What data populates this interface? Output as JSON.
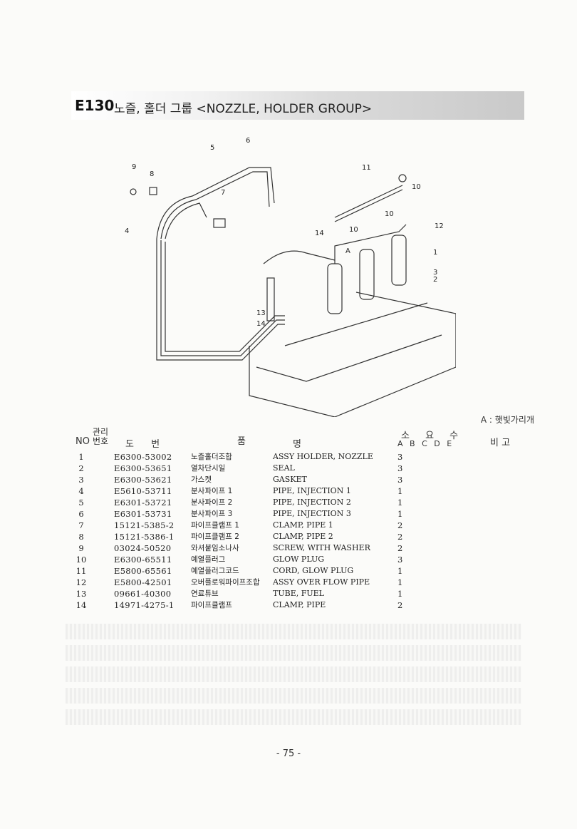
{
  "header": {
    "code": "E130",
    "title": "노즐, 홀더 그룹 <NOZZLE, HOLDER GROUP>"
  },
  "diagram": {
    "callouts": [
      "1",
      "2",
      "3",
      "4",
      "5",
      "6",
      "7",
      "8",
      "9",
      "10",
      "11",
      "12",
      "13",
      "14",
      "A"
    ]
  },
  "legend_note": "A : 햇빛가리개",
  "table": {
    "headers": {
      "no": "NO",
      "mgmt": "관리 번호",
      "drawing": "도 번",
      "name1": "품",
      "name2": "명",
      "qty": "소 요 수",
      "qty_cols": "A B C D E",
      "remarks": "비 고"
    },
    "rows": [
      {
        "no": "1",
        "part": "E6300-53002",
        "kr": "노즐홀더조합",
        "en": "ASSY HOLDER, NOZZLE",
        "qty": "3"
      },
      {
        "no": "2",
        "part": "E6300-53651",
        "kr": "열차단시일",
        "en": "SEAL",
        "qty": "3"
      },
      {
        "no": "3",
        "part": "E6300-53621",
        "kr": "가스켓",
        "en": "GASKET",
        "qty": "3"
      },
      {
        "no": "4",
        "part": "E5610-53711",
        "kr": "분사파이프 1",
        "en": "PIPE, INJECTION 1",
        "qty": "1"
      },
      {
        "no": "5",
        "part": "E6301-53721",
        "kr": "분사파이프 2",
        "en": "PIPE, INJECTION 2",
        "qty": "1"
      },
      {
        "no": "6",
        "part": "E6301-53731",
        "kr": "분사파이프 3",
        "en": "PIPE, INJECTION 3",
        "qty": "1"
      },
      {
        "no": "7",
        "part": "15121-5385-2",
        "kr": "파이프클램프 1",
        "en": "CLAMP, PIPE 1",
        "qty": "2"
      },
      {
        "no": "8",
        "part": "15121-5386-1",
        "kr": "파이프클램프 2",
        "en": "CLAMP, PIPE 2",
        "qty": "2"
      },
      {
        "no": "9",
        "part": "03024-50520",
        "kr": "와셔붙임소나사",
        "en": "SCREW, WITH WASHER",
        "qty": "2"
      },
      {
        "no": "10",
        "part": "E6300-65511",
        "kr": "예열플러그",
        "en": "GLOW PLUG",
        "qty": "3"
      },
      {
        "no": "11",
        "part": "E5800-65561",
        "kr": "예열플러그코드",
        "en": "CORD, GLOW PLUG",
        "qty": "1"
      },
      {
        "no": "12",
        "part": "E5800-42501",
        "kr": "오버플로워파이프조합",
        "en": "ASSY OVER FLOW PIPE",
        "qty": "1"
      },
      {
        "no": "13",
        "part": "09661-40300",
        "kr": "연료튜브",
        "en": "TUBE, FUEL",
        "qty": "1"
      },
      {
        "no": "14",
        "part": "14971-4275-1",
        "kr": "파이프클램프",
        "en": "CLAMP, PIPE",
        "qty": "2"
      }
    ]
  },
  "footer": {
    "page": "- 75 -"
  }
}
